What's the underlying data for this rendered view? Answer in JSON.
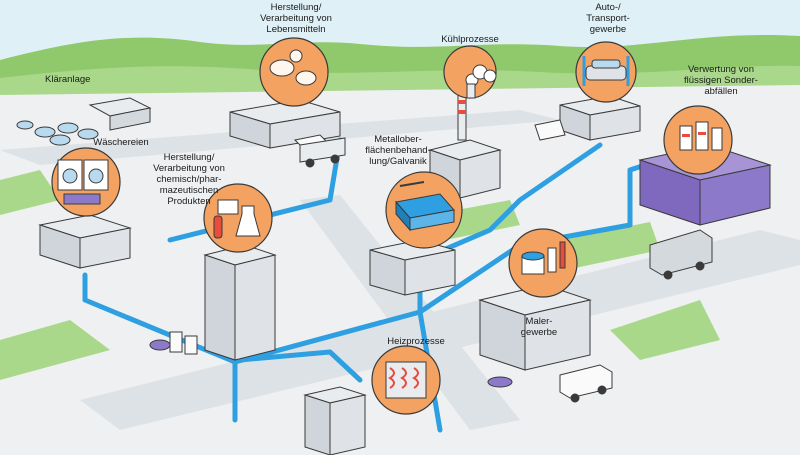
{
  "labels": {
    "klaeranlage": "Kläranlage",
    "lebensmittel": "Herstellung/\nVerarbeitung von\nLebensmitteln",
    "kuehlprozesse": "Kühlprozesse",
    "transport": "Auto-/\nTransport-\ngewerbe",
    "sonderabfaelle": "Verwertung von\nflüssigen Sonder-\nabfällen",
    "waeschereien": "Wäschereien",
    "chemie": "Herstellung/\nVerarbeitung von\nchemisch/phar-\nmazeutischen\nProdukten",
    "galvanik": "Metallober-\nflächenbehand-\nlung/Galvanik",
    "maler": "Maler-\ngewerbe",
    "heizprozesse": "Heizprozesse"
  },
  "colors": {
    "sky": "#dff0f7",
    "hills": "#8fc96b",
    "ground": "#eef0f2",
    "road": "#dde2e6",
    "pipe": "#2e9fe0",
    "circle": "#f4a261",
    "building": "#e9ecef",
    "outline": "#3a3a3a",
    "purple": "#8d79c9"
  },
  "icons": {
    "lebensmittel": "food-icon",
    "kuehlprozesse": "steam-icon",
    "transport": "car-wash-icon",
    "sonderabfaelle": "barrels-icon",
    "waeschereien": "washing-machine-icon",
    "chemie": "lab-equipment-icon",
    "galvanik": "plating-tank-icon",
    "maler": "paint-bucket-icon",
    "heizprozesse": "heater-icon"
  }
}
